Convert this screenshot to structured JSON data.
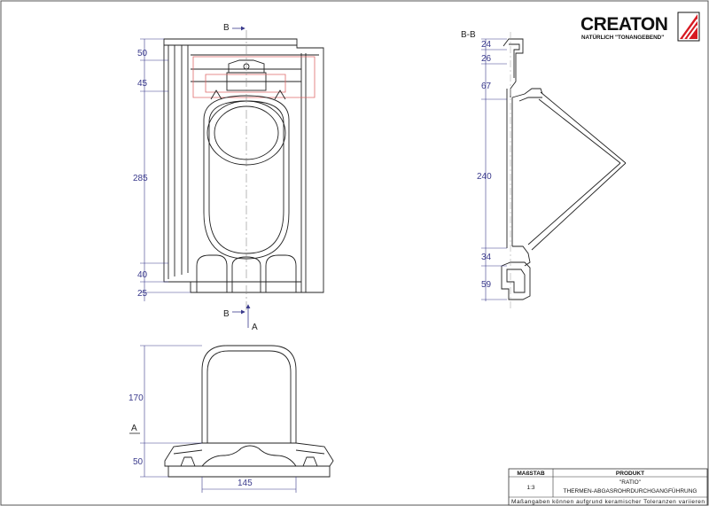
{
  "brand": {
    "logo": "CREATON",
    "slogan": "NATÜRLICH \"TONANGEBEND\"",
    "colors": {
      "red": "#d71921",
      "dim": "#3a3a8c",
      "outline_red": "#e06a6a"
    }
  },
  "views": {
    "top": {
      "section_mark_top": "B",
      "section_mark_bottom": "B",
      "arrow_mark": "A",
      "dims": [
        "50",
        "45",
        "285",
        "40",
        "25"
      ]
    },
    "section": {
      "title": "B-B",
      "dims": [
        "24",
        "26",
        "67",
        "240",
        "34",
        "59"
      ]
    },
    "front": {
      "mark": "A",
      "dims": [
        "170",
        "50",
        "145"
      ]
    }
  },
  "title_block": {
    "scale_header": "MAßSTAB",
    "product_header": "PRODUKT",
    "scale": "1:3",
    "product_name": "\"RATIO\"",
    "product_desc": "THERMEN-ABGASROHRDURCHGANGFÜHRUNG",
    "note": "Maßangaben können aufgrund keramischer Toleranzen variieren"
  }
}
